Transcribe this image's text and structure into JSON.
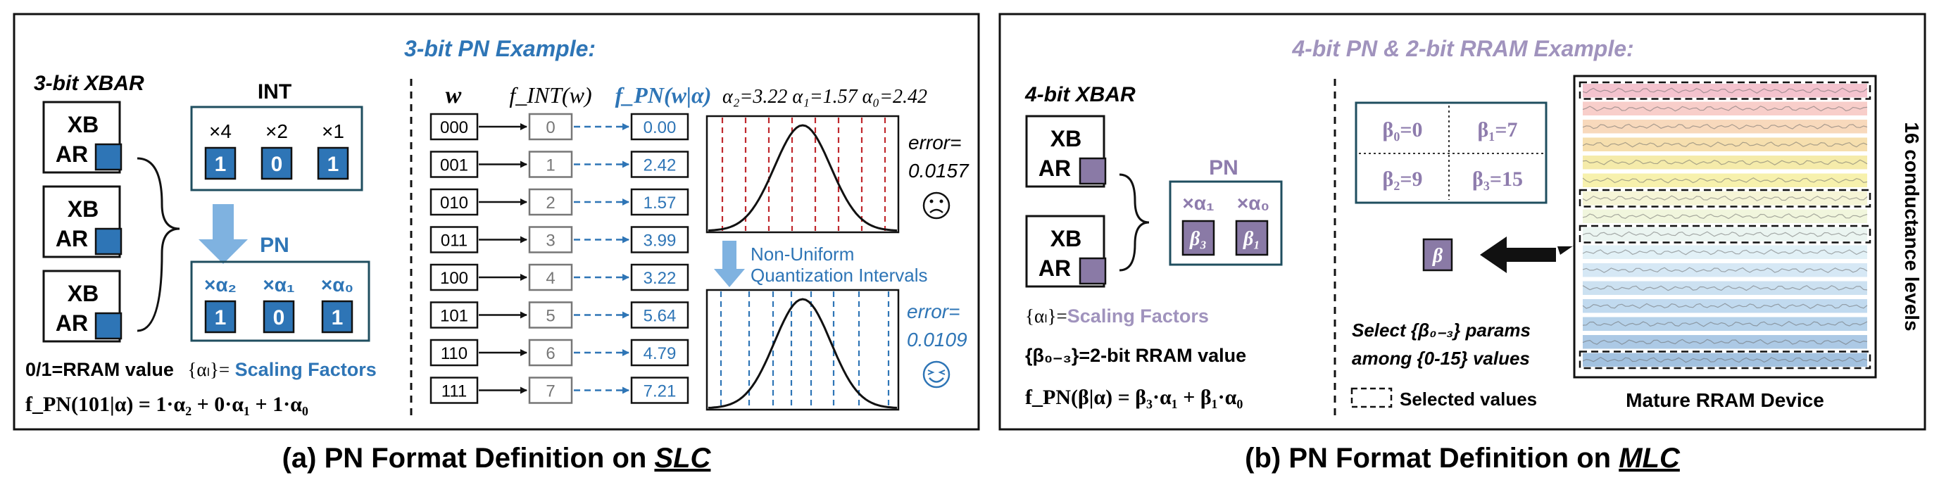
{
  "colors": {
    "accent_blue": "#2e75b6",
    "light_blue": "#7fb2e0",
    "purple": "#8e7cad",
    "purple_fill": "#8a7aa6",
    "teal_border": "#1f4e5f",
    "red_dash": "#c0282d"
  },
  "left": {
    "title": "3-bit PN Example:",
    "xbar_label": "3-bit XBAR",
    "xb_top": "XB",
    "xb_bottom": "AR",
    "int_label": "INT",
    "int_mults": [
      "×4",
      "×2",
      "×1"
    ],
    "int_bits": [
      "1",
      "0",
      "1"
    ],
    "pn_label": "PN",
    "pn_mults": [
      "×α₂",
      "×α₁",
      "×α₀"
    ],
    "pn_bits": [
      "1",
      "0",
      "1"
    ],
    "legend_line1_a": "0/1=RRAM value",
    "legend_line1_b": "{αₗ}=",
    "legend_line1_c": "Scaling Factors",
    "formula": "f_PN(101|α) = 1·α₂ + 0·α₁ + 1·α₀",
    "col_w": "w",
    "col_fint": "f_INT(w)",
    "col_fpn": "f_PN(w|α)",
    "alphas": "α₂=3.22 α₁=1.57 α₀=2.42",
    "rows": [
      {
        "w": "000",
        "int": "0",
        "pn": "0.00"
      },
      {
        "w": "001",
        "int": "1",
        "pn": "2.42"
      },
      {
        "w": "010",
        "int": "2",
        "pn": "1.57"
      },
      {
        "w": "011",
        "int": "3",
        "pn": "3.99"
      },
      {
        "w": "100",
        "int": "4",
        "pn": "3.22"
      },
      {
        "w": "101",
        "int": "5",
        "pn": "5.64"
      },
      {
        "w": "110",
        "int": "6",
        "pn": "4.79"
      },
      {
        "w": "111",
        "int": "7",
        "pn": "7.21"
      }
    ],
    "error1_label": "error=",
    "error1_value": "0.0157",
    "error2_label": "error=",
    "error2_value": "0.0109",
    "nonuniform_line1": "Non-Uniform",
    "nonuniform_line2": "Quantization Intervals",
    "caption_prefix": "(a) PN Format Definition on ",
    "caption_emph": "SLC"
  },
  "right": {
    "title": "4-bit PN & 2-bit RRAM Example:",
    "xbar_label": "4-bit XBAR",
    "xb_top": "XB",
    "xb_bottom": "AR",
    "pn_label": "PN",
    "pn_mults": [
      "×α₁",
      "×α₀"
    ],
    "pn_cells": [
      "β₃",
      "β₁"
    ],
    "betas": [
      "β₀=0",
      "β₁=7",
      "β₂=9",
      "β₃=15"
    ],
    "beta_symbol": "β",
    "legend_scaling_a": "{αₗ}=",
    "legend_scaling_b": "Scaling Factors",
    "legend_rram": "{β₀₋₃}=2-bit RRAM value",
    "formula": "f_PN(β|α) = β₃·α₁ + β₁·α₀",
    "select_line1": "Select {β₀₋₃} params",
    "select_line2": "among {0-15} values",
    "selected_values": "Selected values",
    "device_label": "Mature RRAM Device",
    "levels_label": "16 conductance levels",
    "caption_prefix": "(b) PN Format Definition on ",
    "caption_emph": "MLC"
  },
  "rram_levels": [
    {
      "color": "#f2b8c6",
      "selected": true
    },
    {
      "color": "#f7c6c1",
      "selected": false
    },
    {
      "color": "#f7d2b0",
      "selected": false
    },
    {
      "color": "#f4d9a0",
      "selected": false
    },
    {
      "color": "#f3e79b",
      "selected": false
    },
    {
      "color": "#f6ee9f",
      "selected": false
    },
    {
      "color": "#f5f3d0",
      "selected": true
    },
    {
      "color": "#eef4d7",
      "selected": false
    },
    {
      "color": "#e8f3ee",
      "selected": true
    },
    {
      "color": "#ddeef6",
      "selected": false
    },
    {
      "color": "#cfe4f3",
      "selected": false
    },
    {
      "color": "#c3dcef",
      "selected": false
    },
    {
      "color": "#b6d3ec",
      "selected": false
    },
    {
      "color": "#a9cae6",
      "selected": false
    },
    {
      "color": "#9dbfe0",
      "selected": false
    },
    {
      "color": "#93b7db",
      "selected": true
    }
  ]
}
